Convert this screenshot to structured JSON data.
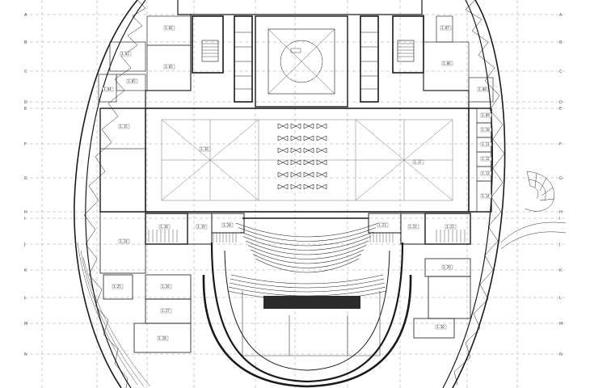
{
  "colors": {
    "wall": "#1a1a1a",
    "thin": "#444444",
    "grid": "#8a8a8a",
    "fill_dark": "#2b2b2b",
    "background": "#ffffff"
  },
  "grid": {
    "left_axis_labels": [
      "A",
      "B",
      "C",
      "D",
      "E",
      "F",
      "G",
      "H",
      "I",
      "J",
      "K",
      "L",
      "M",
      "N"
    ],
    "right_axis_labels": [
      "A",
      "B",
      "C",
      "D",
      "E",
      "F",
      "G",
      "H",
      "I",
      "J",
      "K",
      "L",
      "M",
      "N"
    ]
  },
  "room_tags": [
    "1.01",
    "1.02",
    "1.03",
    "1.04",
    "1.05",
    "1.06",
    "1.07",
    "1.08",
    "1.09",
    "1.10",
    "1.11",
    "1.12",
    "1.13",
    "1.14",
    "1.15",
    "1.16",
    "1.17",
    "1.18",
    "1.19",
    "1.20",
    "1.21",
    "1.22",
    "1.23",
    "1.24",
    "1.25",
    "1.26",
    "1.27",
    "1.28",
    "1.29",
    "1.30"
  ]
}
